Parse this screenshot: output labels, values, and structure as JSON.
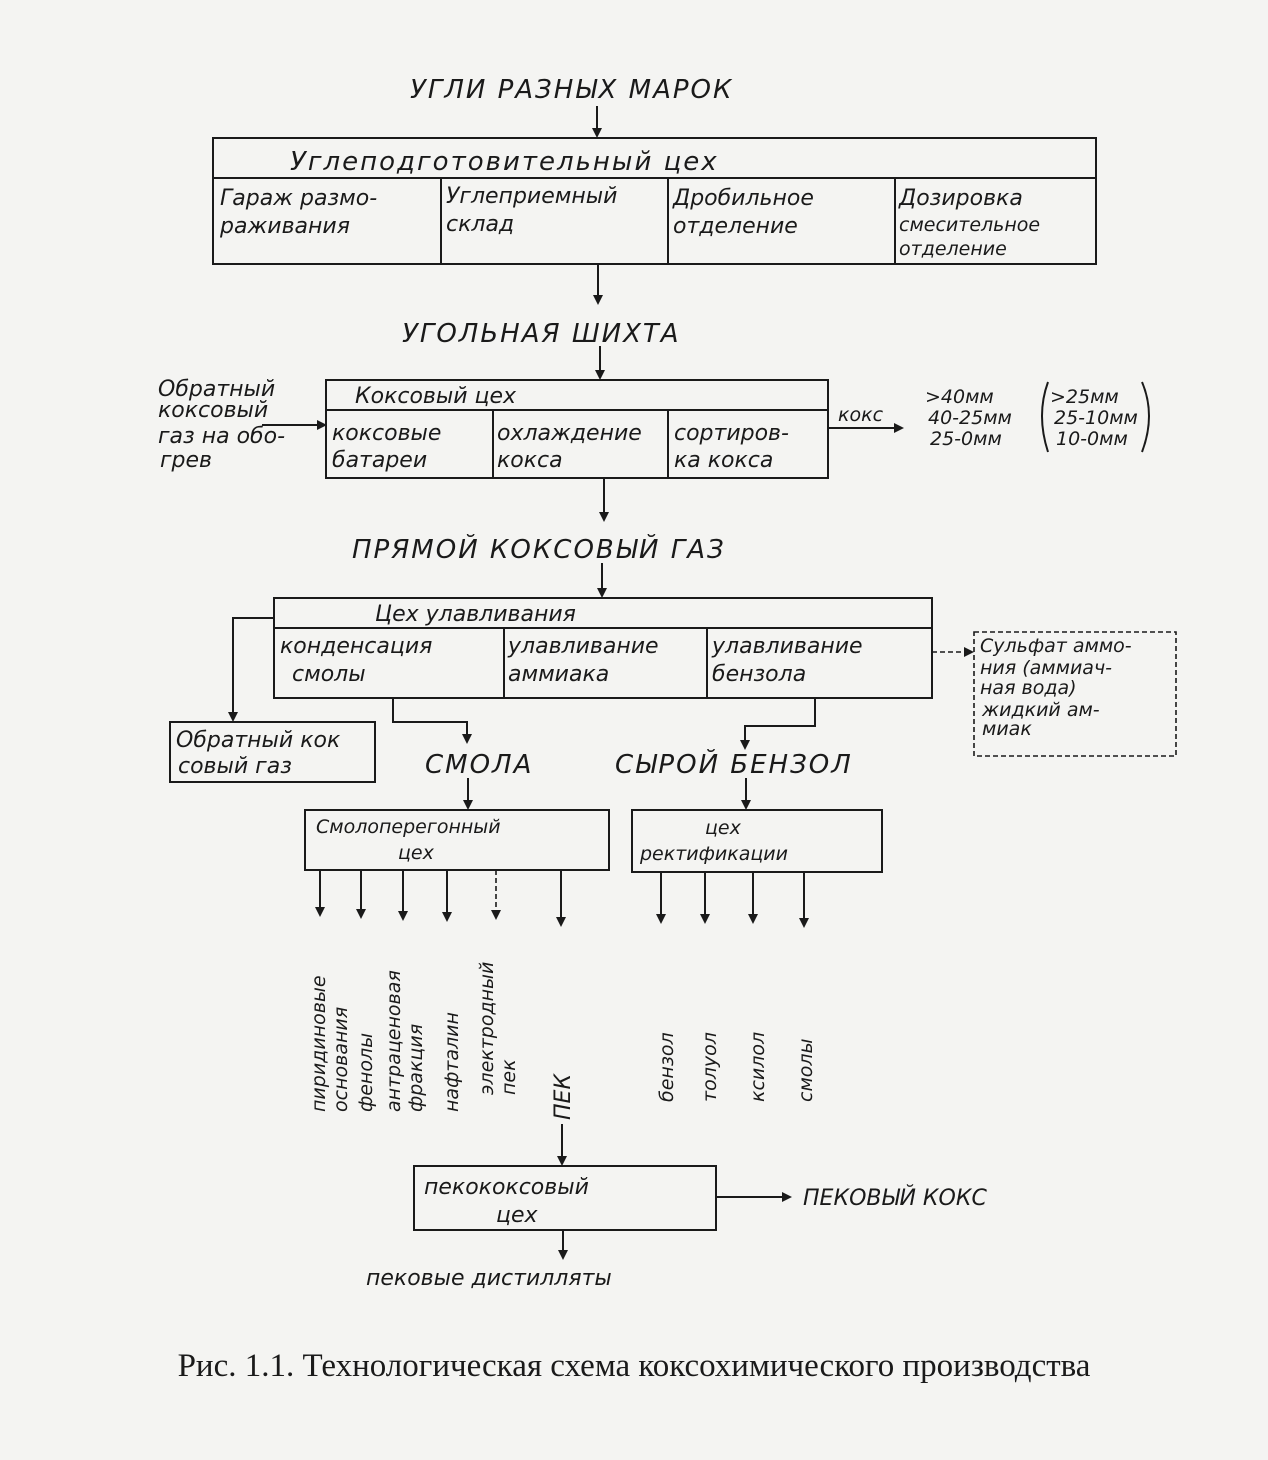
{
  "top_input": "УГЛИ РАЗНЫХ МАРОК",
  "coal_prep": {
    "title": "Углеподготовительный цех",
    "cells": [
      [
        "Гараж размо-",
        "раживания"
      ],
      [
        "Углеприемный",
        "склад"
      ],
      [
        "Дробильное",
        "отделение"
      ],
      [
        "Дозировка",
        "смесительное",
        "отделение"
      ]
    ]
  },
  "coal_charge": "УГОЛЬНАЯ ШИХТА",
  "return_gas_in": [
    "Обратный",
    "коксовый",
    "газ на обо-",
    "грев"
  ],
  "coke_shop": {
    "title": "Коксовый цех",
    "cells": [
      [
        "коксовые",
        "батареи"
      ],
      [
        "охлаждение",
        "кокса"
      ],
      [
        "сортиров-",
        "ка кокса"
      ]
    ]
  },
  "coke_label": "кокс",
  "coke_fractions_left": [
    ">40мм",
    "40-25мм",
    "25-0мм"
  ],
  "coke_fractions_right": [
    ">25мм",
    "25-10мм",
    "10-0мм"
  ],
  "raw_gas": "ПРЯМОЙ КОКСОВЫЙ ГАЗ",
  "recovery_shop": {
    "title": "Цех улавливания",
    "cells": [
      [
        "конденсация",
        "смолы"
      ],
      [
        "улавливание",
        "аммиака"
      ],
      [
        "улавливание",
        "бензола"
      ]
    ]
  },
  "ammonia_products": [
    "Сульфат аммо-",
    "ния (аммиач-",
    "ная вода)",
    "жидкий ам-",
    "миак"
  ],
  "return_gas_out": [
    "Обратный кок",
    "совый газ"
  ],
  "tar": "СМОЛА",
  "crude_benzene": "СЫРОЙ БЕНЗОЛ",
  "tar_distillation": [
    "Смолоперегонный",
    "цех"
  ],
  "rectification": [
    "цех",
    "ректификации"
  ],
  "tar_products": [
    [
      "пиридиновые",
      "основания"
    ],
    [
      "фенолы"
    ],
    [
      "антраценовая",
      "фракция"
    ],
    [
      "нафталин"
    ],
    [
      "электродный",
      "пек"
    ],
    [
      "ПЕК"
    ]
  ],
  "benzene_products": [
    [
      "бензол"
    ],
    [
      "толуол"
    ],
    [
      "ксилол"
    ],
    [
      "смолы"
    ]
  ],
  "pitch_coke_shop": [
    "пекококсовый",
    "цех"
  ],
  "pitch_coke": "ПЕКОВЫЙ КОКС",
  "pitch_distillates": "пековые дистилляты",
  "caption": "Рис. 1.1. Технологическая схема коксохимического производства"
}
